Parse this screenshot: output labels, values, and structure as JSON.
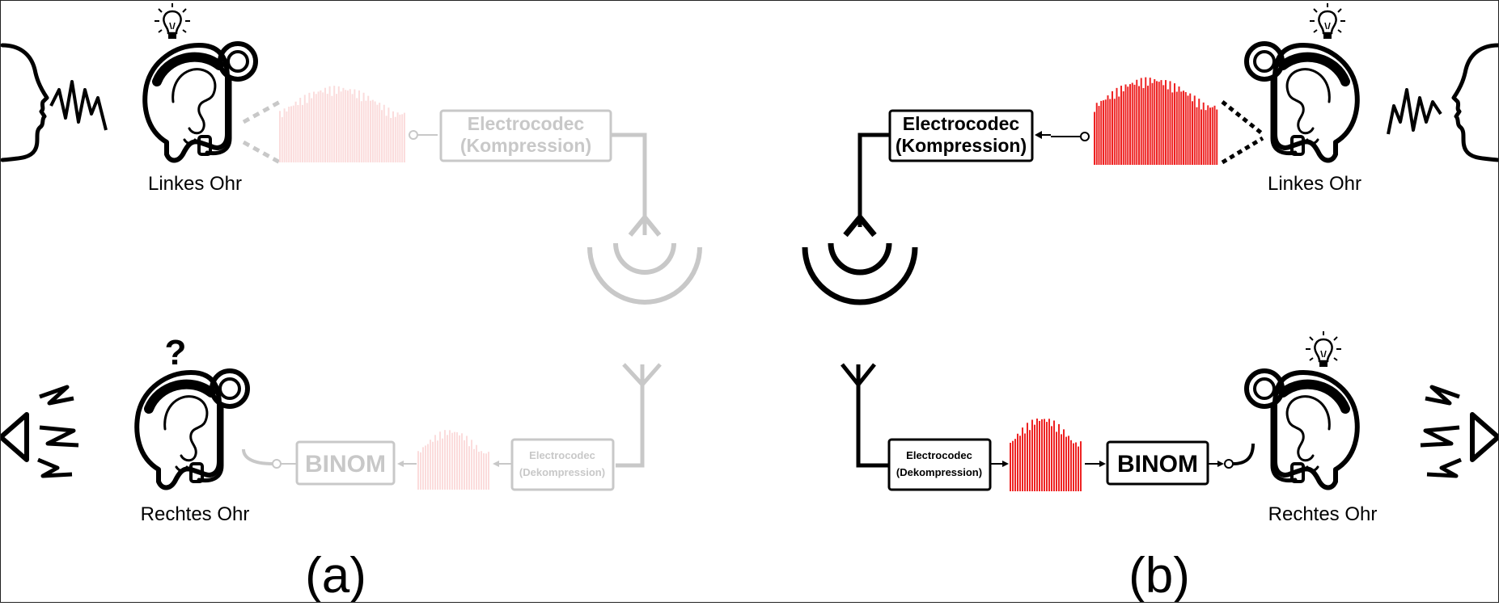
{
  "panels": {
    "a": {
      "label": "(a)",
      "left_ear_label": "Linkes Ohr",
      "right_ear_label": "Rechtes Ohr",
      "codec_top_line1": "Electrocodec",
      "codec_top_line2": "(Kompression)",
      "codec_bottom_line1": "Electrocodec",
      "codec_bottom_line2": "(Dekompression)",
      "binom_label": "BINOM",
      "question_mark": "?",
      "state": "faded"
    },
    "b": {
      "label": "(b)",
      "left_ear_label": "Linkes Ohr",
      "right_ear_label": "Rechtes Ohr",
      "codec_top_line1": "Electrocodec",
      "codec_top_line2": "(Kompression)",
      "codec_bottom_line1": "Electrocodec",
      "codec_bottom_line2": "(Dekompression)",
      "binom_label": "BINOM",
      "state": "active"
    }
  },
  "icons": [
    "speaker-head-icon",
    "ear-icon",
    "lightbulb-icon",
    "loudspeaker-icon",
    "antenna-icon",
    "wireless-signal-icon",
    "spectrum-icon"
  ],
  "colors": {
    "active": "#000000",
    "faded": "#c8c8c8",
    "spectrum": "#ee2222",
    "spectrum_faded": "#fbdcdc"
  }
}
